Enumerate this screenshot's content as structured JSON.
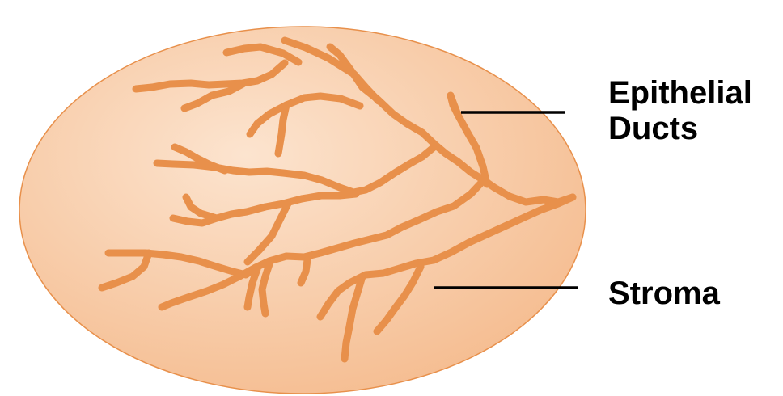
{
  "labels": {
    "epithelial_line1": "Epithelial",
    "epithelial_line2": "Ducts",
    "stroma": "Stroma"
  },
  "colors": {
    "stroma_fill_light": "#fbd9bd",
    "stroma_fill_dark": "#f6bd90",
    "stroma_edge": "#e8904b",
    "duct": "#e8904b",
    "leader_line": "#000000",
    "label_text": "#000000"
  },
  "icons": {
    "stroma": "stroma-ellipse",
    "ducts": "branching-duct-tree"
  }
}
